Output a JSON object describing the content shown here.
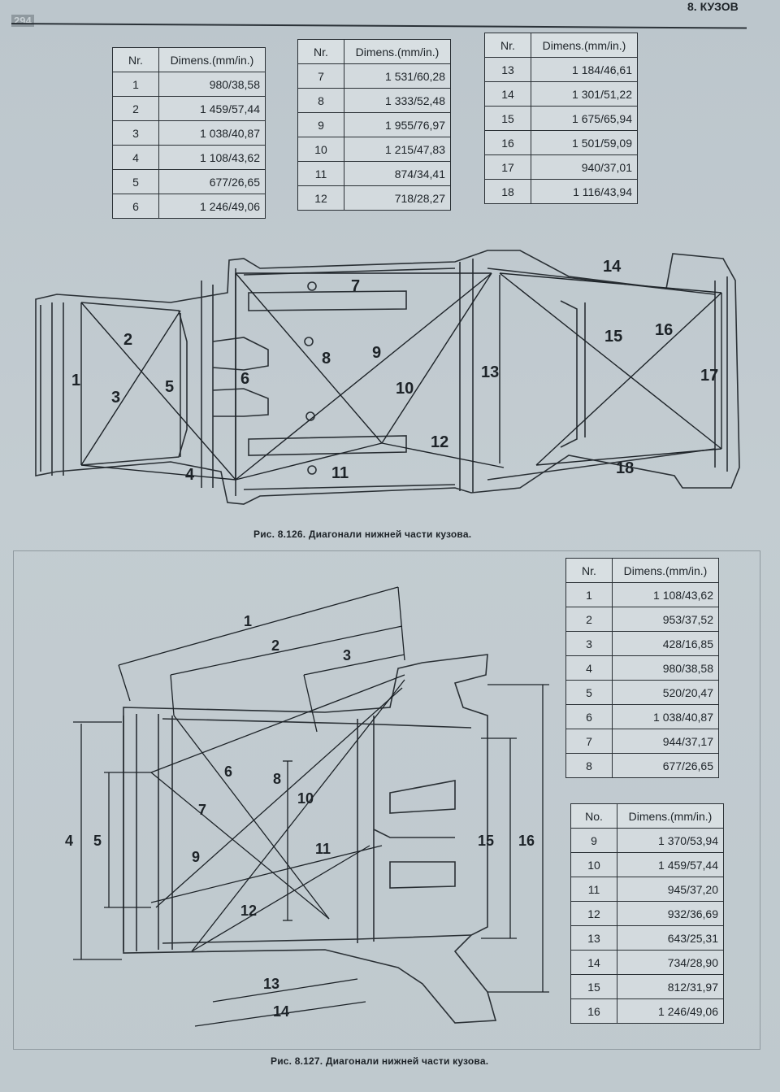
{
  "header": {
    "page_number": "294",
    "section": "8. КУЗОВ"
  },
  "figure1": {
    "caption": "Рис. 8.126. Диагонали нижней части кузова.",
    "tables": [
      {
        "col_nr": "Nr.",
        "col_dim": "Dimens.(mm/in.)",
        "rows": [
          [
            "1",
            "980/38,58"
          ],
          [
            "2",
            "1 459/57,44"
          ],
          [
            "3",
            "1 038/40,87"
          ],
          [
            "4",
            "1 108/43,62"
          ],
          [
            "5",
            "677/26,65"
          ],
          [
            "6",
            "1 246/49,06"
          ]
        ]
      },
      {
        "col_nr": "Nr.",
        "col_dim": "Dimens.(mm/in.)",
        "rows": [
          [
            "7",
            "1 531/60,28"
          ],
          [
            "8",
            "1 333/52,48"
          ],
          [
            "9",
            "1 955/76,97"
          ],
          [
            "10",
            "1 215/47,83"
          ],
          [
            "11",
            "874/34,41"
          ],
          [
            "12",
            "718/28,27"
          ]
        ]
      },
      {
        "col_nr": "Nr.",
        "col_dim": "Dimens.(mm/in.)",
        "rows": [
          [
            "13",
            "1 184/46,61"
          ],
          [
            "14",
            "1 301/51,22"
          ],
          [
            "15",
            "1 675/65,94"
          ],
          [
            "16",
            "1 501/59,09"
          ],
          [
            "17",
            "940/37,01"
          ],
          [
            "18",
            "1 116/43,94"
          ]
        ]
      }
    ],
    "labels": [
      "1",
      "2",
      "3",
      "4",
      "5",
      "6",
      "7",
      "8",
      "9",
      "10",
      "11",
      "12",
      "13",
      "14",
      "15",
      "16",
      "17",
      "18"
    ]
  },
  "figure2": {
    "caption": "Рис. 8.127. Диагонали нижней части кузова.",
    "tables": [
      {
        "col_nr": "Nr.",
        "col_dim": "Dimens.(mm/in.)",
        "rows": [
          [
            "1",
            "1 108/43,62"
          ],
          [
            "2",
            "953/37,52"
          ],
          [
            "3",
            "428/16,85"
          ],
          [
            "4",
            "980/38,58"
          ],
          [
            "5",
            "520/20,47"
          ],
          [
            "6",
            "1 038/40,87"
          ],
          [
            "7",
            "944/37,17"
          ],
          [
            "8",
            "677/26,65"
          ]
        ]
      },
      {
        "col_nr": "No.",
        "col_dim": "Dimens.(mm/in.)",
        "rows": [
          [
            "9",
            "1 370/53,94"
          ],
          [
            "10",
            "1 459/57,44"
          ],
          [
            "11",
            "945/37,20"
          ],
          [
            "12",
            "932/36,69"
          ],
          [
            "13",
            "643/25,31"
          ],
          [
            "14",
            "734/28,90"
          ],
          [
            "15",
            "812/31,97"
          ],
          [
            "16",
            "1 246/49,06"
          ]
        ]
      }
    ],
    "labels": [
      "1",
      "2",
      "3",
      "4",
      "5",
      "6",
      "7",
      "8",
      "9",
      "10",
      "11",
      "12",
      "13",
      "14",
      "15",
      "16"
    ]
  }
}
